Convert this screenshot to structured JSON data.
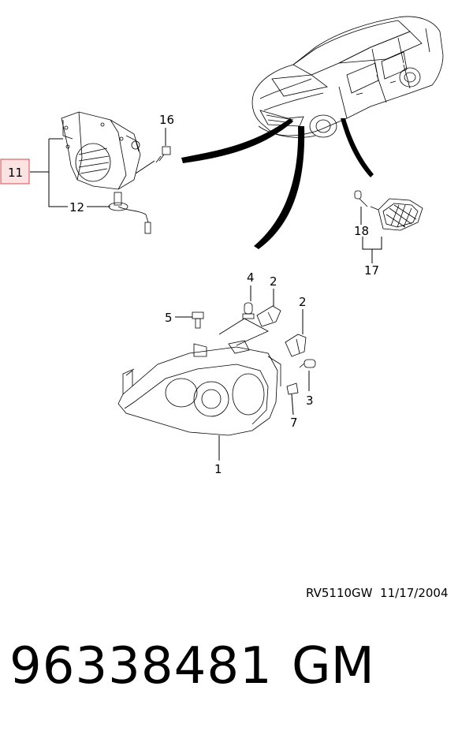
{
  "callouts": {
    "c1": "1",
    "c2a": "2",
    "c2b": "2",
    "c3": "3",
    "c4": "4",
    "c5": "5",
    "c7": "7",
    "c11": "11",
    "c12": "12",
    "c16": "16",
    "c17": "17",
    "c18": "18"
  },
  "drawing_ref": {
    "code": "RV5110GW",
    "date": "11/17/2004"
  },
  "part": {
    "number": "96338481",
    "brand": "GM"
  },
  "colors": {
    "highlight_fill": "#fbe3e3",
    "highlight_stroke": "#d9484a",
    "ink": "#000000"
  }
}
